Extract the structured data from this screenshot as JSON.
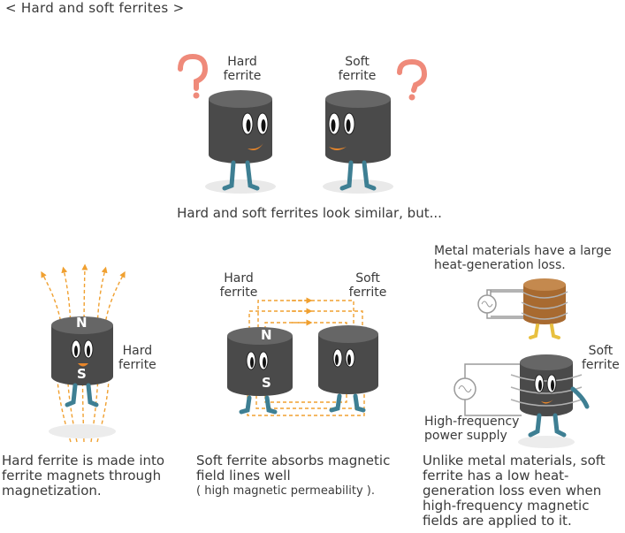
{
  "title": "< Hard and soft ferrites >",
  "top": {
    "hard_label": [
      "Hard",
      "ferrite"
    ],
    "soft_label": [
      "Soft",
      "ferrite"
    ],
    "caption": "Hard and soft ferrites look similar, but..."
  },
  "panel1": {
    "pole_n": "N",
    "pole_s": "S",
    "label": [
      "Hard",
      "ferrite"
    ],
    "caption": [
      "Hard ferrite is made into",
      "ferrite magnets through",
      "magnetization."
    ]
  },
  "panel2": {
    "hard_label": [
      "Hard",
      "ferrite"
    ],
    "soft_label": [
      "Soft",
      "ferrite"
    ],
    "pole_n": "N",
    "pole_s": "S",
    "caption": [
      "Soft ferrite absorbs magnetic",
      "field lines well",
      "( high magnetic permeability )."
    ]
  },
  "panel3": {
    "metal_note": [
      "Metal materials have a large",
      "heat-generation loss."
    ],
    "soft_label": [
      "Soft",
      "ferrite"
    ],
    "supply_label": [
      "High-frequency",
      "power supply"
    ],
    "caption": [
      "Unlike metal materials, soft",
      "ferrite has a low heat-",
      "generation loss even when",
      "high-frequency magnetic",
      "fields are applied to it."
    ]
  },
  "colors": {
    "ferrite_body": "#4a4a4a",
    "ferrite_top": "#666666",
    "legs": "#3e7f93",
    "question": "#ef8a7a",
    "mouth": "#e8862a",
    "field_line": "#f0a030",
    "coil": "#9a9a9a",
    "metal": "#a86a30"
  }
}
